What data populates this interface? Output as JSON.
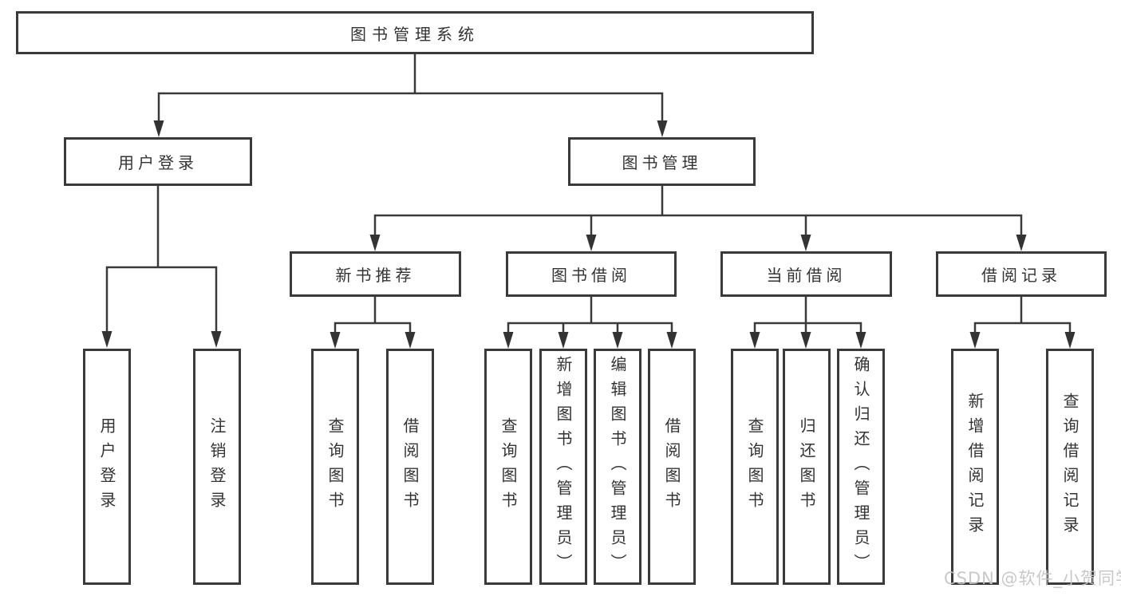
{
  "diagram": {
    "root": "图书管理系统",
    "level2": {
      "user_login": "用户登录",
      "book_mgmt": "图书管理"
    },
    "level3": {
      "new_books": "新书推荐",
      "book_borrow": "图书借阅",
      "current_borrow": "当前借阅",
      "borrow_records": "借阅记录"
    },
    "leaves": {
      "user_login": "用户登录",
      "logout": "注销登录",
      "nb_query": "查询图书",
      "nb_borrow": "借阅图书",
      "bb_query": "查询图书",
      "bb_add": "新增图书（管理员）",
      "bb_edit": "编辑图书（管理员）",
      "bb_borrow": "借阅图书",
      "cb_query": "查询图书",
      "cb_return": "归还图书",
      "cb_confirm": "确认归还（管理员）",
      "br_add": "新增借阅记录",
      "br_query": "查询借阅记录"
    }
  },
  "watermark": "CSDN @软件_小贺同学",
  "colors": {
    "line": "#3a3a3a",
    "box_border": "#3a3a3a",
    "text": "#333333",
    "watermark": "#c3c3c6",
    "background": "#ffffff"
  }
}
